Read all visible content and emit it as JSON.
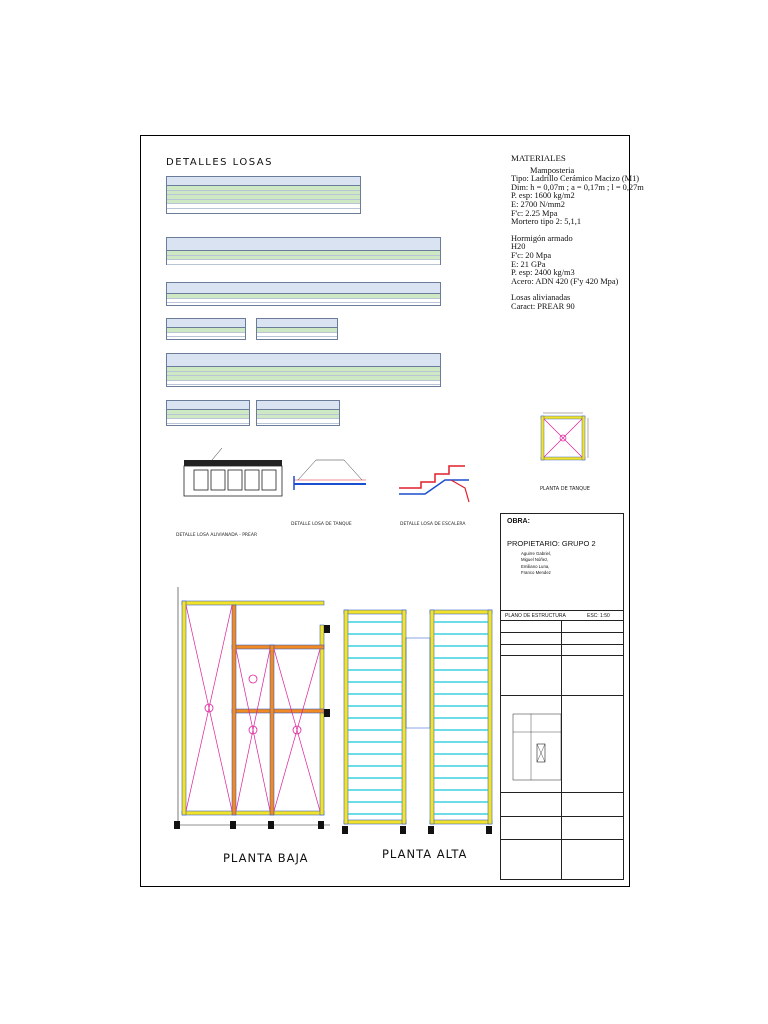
{
  "heading": "DETALLES LOSAS",
  "materials": {
    "title": "MATERIALES",
    "lines": [
      "Mamposteria",
      "Tipo: Ladrillo Cerámico Macizo (M1)",
      "Dim: h = 0,07m ; a = 0,17m ; l = 0,27m",
      "P. esp: 1600 kg/m2",
      "E: 2700 N/mm2",
      "F'c: 2.25 Mpa",
      "Mortero tipo 2: 5,1,1",
      "",
      "Hormigón armado",
      "H20",
      "F'c: 20 Mpa",
      "E: 21 GPa",
      "P. esp: 2400 kg/m3",
      "Acero: ADN 420 (F'y 420 Mpa)",
      "",
      "Losas alivianadas",
      "Caract: PREAR 90"
    ]
  },
  "tank": {
    "label": "PLANTA DE TANQUE"
  },
  "details": {
    "slab_label": "DETALLE LOSA ALIVIANADA - PREAR",
    "tank_label": "DETALLE LOSA DE TANQUE",
    "stair_label": "DETALLE LOSA DE ESCALERA"
  },
  "plans": {
    "ground": "PLANTA BAJA",
    "upper": "PLANTA ALTA"
  },
  "title_block": {
    "obra_label": "OBRA:",
    "propietario": "PROPIETARIO: GRUPO 2",
    "members": [
      "Aguirre Gabriel,",
      "Miguel Núñez,",
      "Emiliano Luna,",
      "Franco Mendez"
    ],
    "plano": "PLANO DE ESTRUCTURA",
    "escala": "ESC: 1:50"
  },
  "colors": {
    "structure_blue": "#1a4fcf",
    "slab_cyan": "#18c7d6",
    "brace_magenta": "#e01e9a",
    "beam_orange": "#f08a24",
    "column_yellow": "#f2e22a",
    "label_green": "#22a83a",
    "table_header": "#d9e3f2",
    "table_green": "#cfe8c4"
  }
}
